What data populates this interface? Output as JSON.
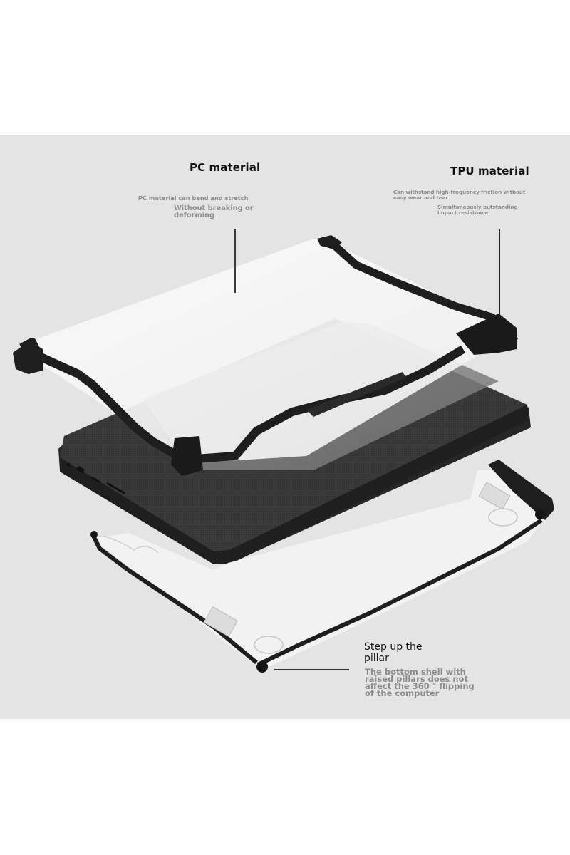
{
  "callouts": {
    "pc": {
      "title": "PC material",
      "line1": "PC material can bend and stretch",
      "line2": "Without breaking or",
      "line3": "deforming"
    },
    "tpu": {
      "title": "TPU material",
      "line1": "Can withstand high-frequency friction without",
      "line2": "easy wear and tear",
      "line3": "Simultaneously outstanding",
      "line4": "impact resistance"
    },
    "pillar": {
      "title_line1": "Step up the",
      "title_line2": "pillar",
      "line1": "The bottom shell with",
      "line2": "raised pillars does not",
      "line3": "affect the 360 ° flipping",
      "line4": "of the computer"
    }
  },
  "colors": {
    "panel_bg": "#e3e4e3",
    "frame_black": "#1e1e1e",
    "laptop_dark": "#3c3c3c",
    "clear_shell": "#f5f5f5",
    "subtext_gray": "#8a8c8e"
  }
}
